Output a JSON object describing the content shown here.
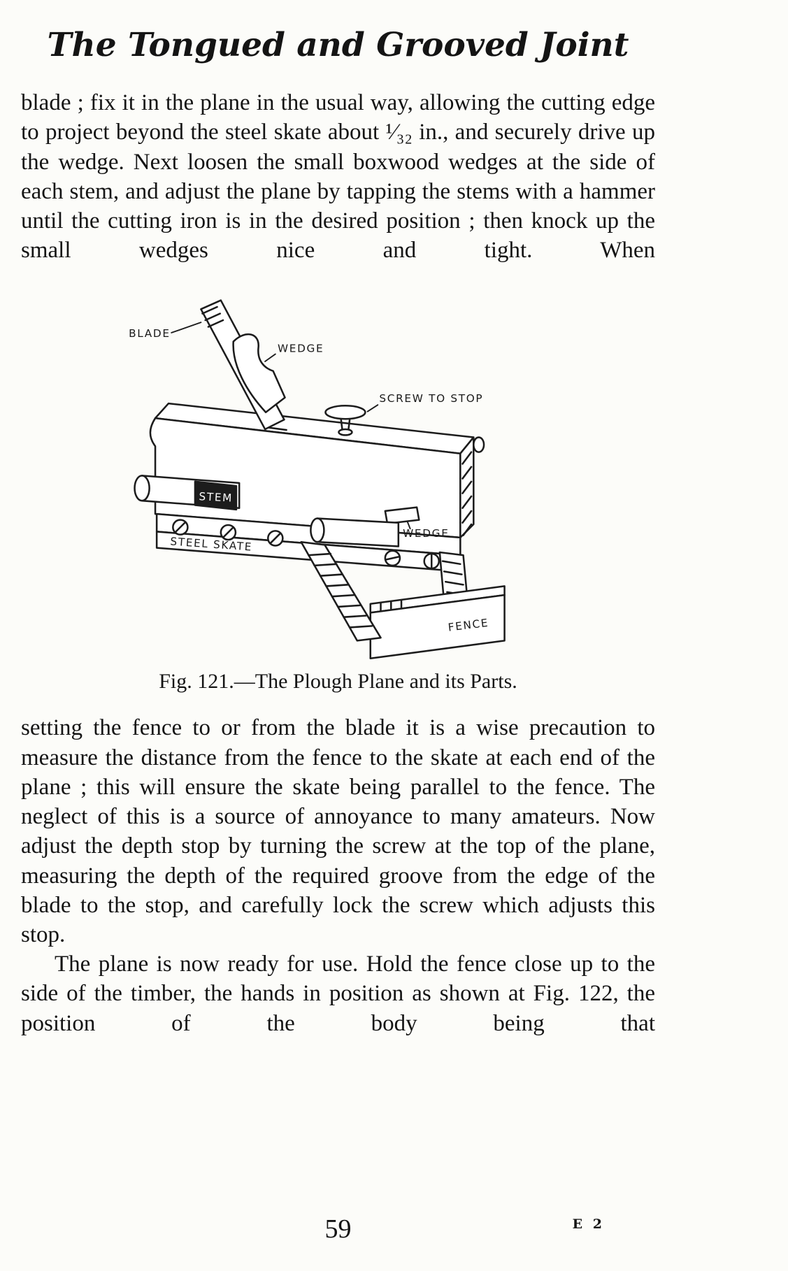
{
  "page": {
    "title": "The Tongued and Grooved Joint",
    "paragraphs": [
      "blade ; fix it in the plane in the usual way, allowing the cutting edge to project beyond the steel skate about ¹⁄₃₂ in., and securely drive up the wedge.  Next loosen the small boxwood wedges at the side of each stem, and adjust the plane by tapping the stems with a hammer until the cutting iron is in the desired position ; then knock up the small wedges nice and tight.  When",
      "setting the fence to or from the blade it is a wise precaution to measure the distance from the fence to the skate at each end of the plane ; this will ensure the skate being parallel to the fence.  The neglect of this is a source of annoyance to many amateurs.  Now adjust the depth stop by turning the screw at the top of the plane, measuring the depth of the required groove from the edge of the blade to the stop, and carefully lock the screw which adjusts this stop.",
      "The plane is now ready for use.  Hold the fence close up to the side of the timber, the hands in position as shown at Fig. 122, the position of the body being that"
    ],
    "figure": {
      "caption": "Fig. 121.—The Plough Plane and its Parts.",
      "labels": {
        "blade": "BLADE",
        "wedge_top": "WEDGE",
        "screw_to_stop": "SCREW TO STOP",
        "stem": "STEM",
        "wedge_lower": "WEDGE",
        "steel_skate": "STEEL SKATE",
        "fence": "FENCE"
      }
    },
    "footer": {
      "page_number": "59",
      "signature": "E 2"
    },
    "colors": {
      "paper": "#fcfcf9",
      "ink": "#141414"
    }
  }
}
